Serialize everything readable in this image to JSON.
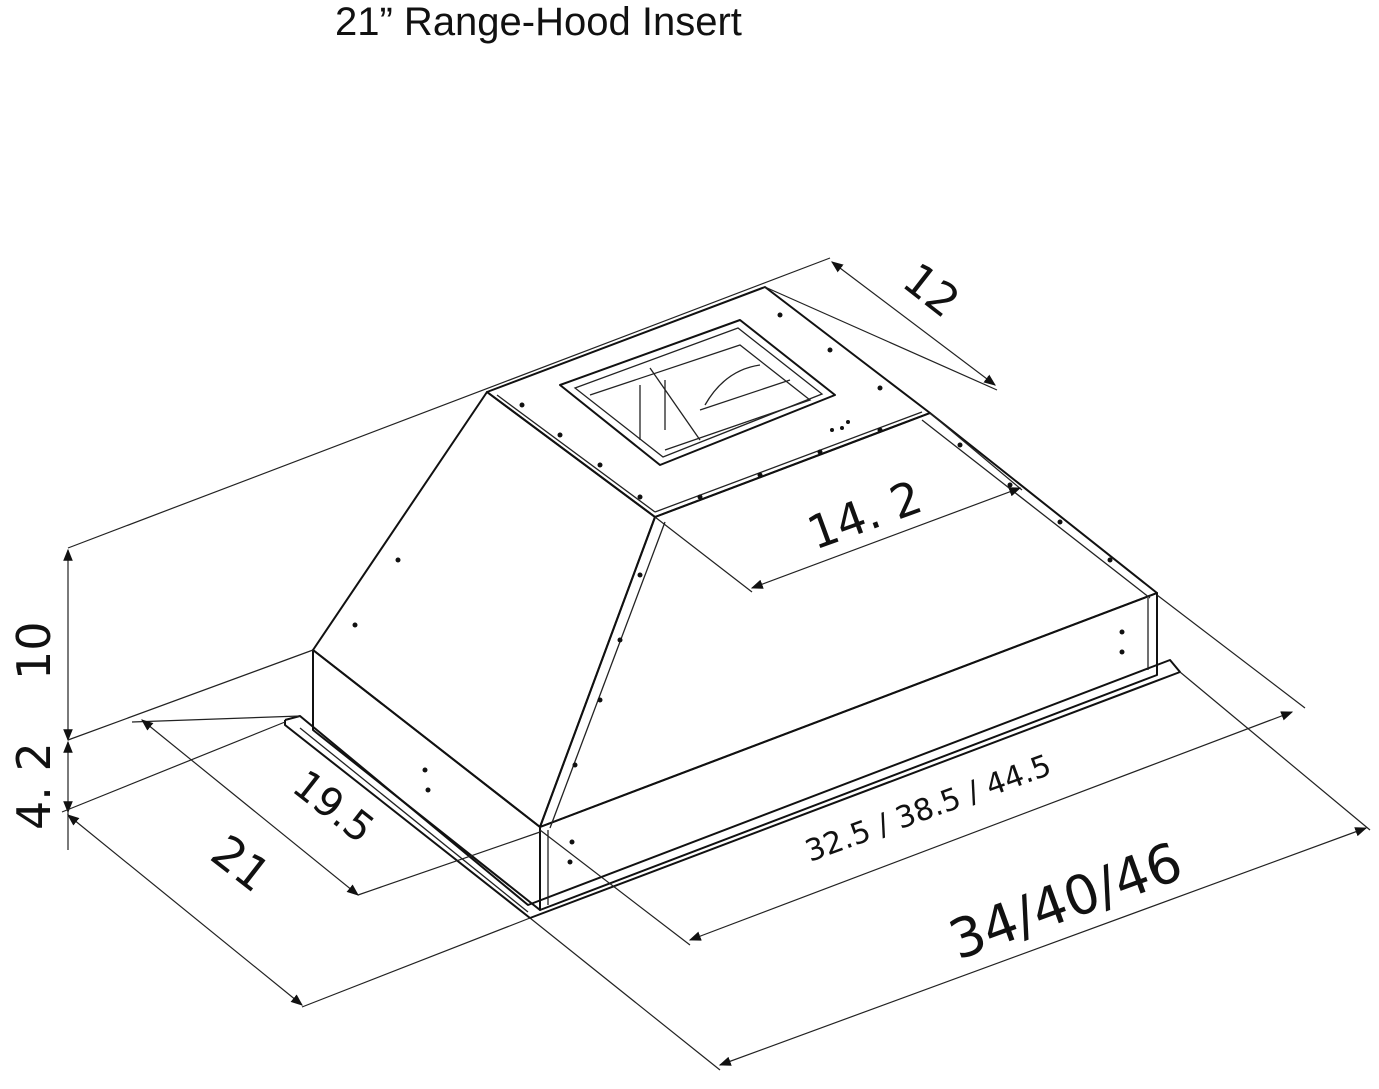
{
  "title": "21” Range-Hood Insert",
  "dimensions": {
    "top_depth": "12",
    "top_width": "14. 2",
    "height_upper": "10",
    "height_lower": "4. 2",
    "inner_depth": "19.5",
    "outer_depth": "21",
    "inner_widths": "32.5 / 38.5 / 44.5",
    "outer_widths": "34/40/46"
  }
}
